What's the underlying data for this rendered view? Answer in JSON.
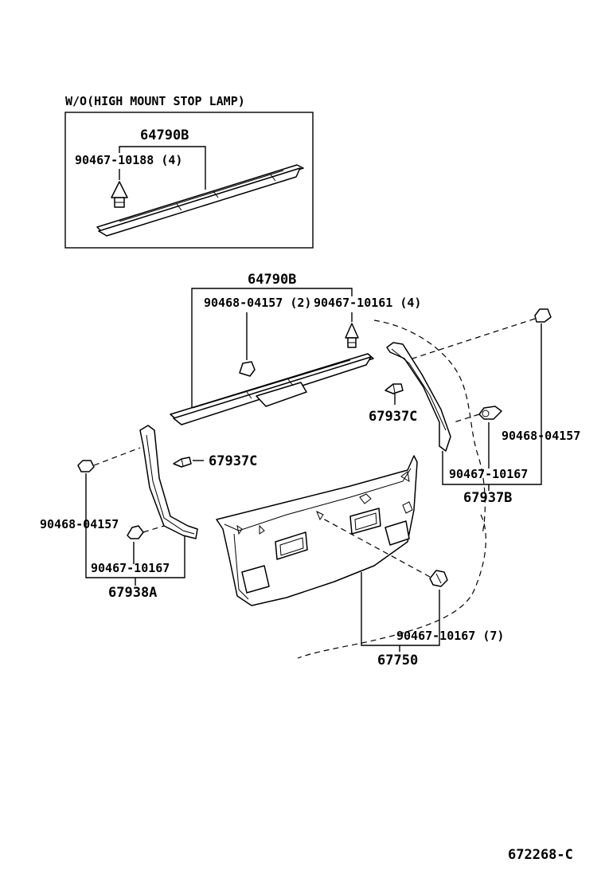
{
  "inset": {
    "title": "W/O(HIGH MOUNT STOP LAMP)",
    "part_label": "64790B",
    "clip_label": "90467-10188 (4)"
  },
  "upper_trim": {
    "part_label": "64790B",
    "clip_left_label": "90468-04157 (2)",
    "clip_right_label": "90467-10161 (4)"
  },
  "left_side": {
    "clip_label": "67937C",
    "clip_a_label": "90468-04157",
    "clip_b_label": "90467-10167",
    "part_label": "67938A"
  },
  "right_side": {
    "clip_label": "67937C",
    "clip_a_label": "90468-04157",
    "clip_b_label": "90467-10167",
    "part_label": "67937B"
  },
  "door_trim": {
    "clip_label": "90467-10167 (7)",
    "part_label": "67750"
  },
  "figure_code": "672268-C"
}
